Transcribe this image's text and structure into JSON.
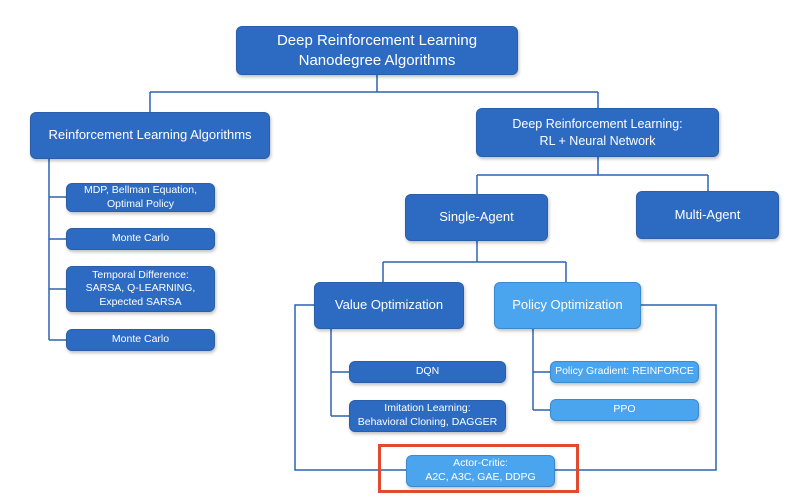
{
  "nodes": {
    "root": "Deep Reinforcement Learning\nNanodegree Algorithms",
    "rl_algorithms": "Reinforcement Learning Algorithms",
    "mdp": "MDP, Bellman Equation,\nOptimal Policy",
    "monte_carlo_1": "Monte Carlo",
    "temporal_difference": "Temporal Difference:\nSARSA, Q-LEARNING,\nExpected SARSA",
    "monte_carlo_2": "Monte Carlo",
    "deep_rl": "Deep Reinforcement Learning:\nRL + Neural Network",
    "single_agent": "Single-Agent",
    "multi_agent": "Multi-Agent",
    "value_optimization": "Value Optimization",
    "policy_optimization": "Policy Optimization",
    "dqn": "DQN",
    "imitation_learning": "Imitation Learning:\nBehavioral Cloning, DAGGER",
    "policy_gradient": "Policy Gradient: REINFORCE",
    "ppo": "PPO",
    "actor_critic": "Actor-Critic:\nA2C, A3C, GAE, DDPG"
  },
  "colors": {
    "dark_node": "#2d6bc3",
    "light_node": "#4aa5ee",
    "connector": "#2d63b0",
    "highlight": "#e24a30"
  }
}
